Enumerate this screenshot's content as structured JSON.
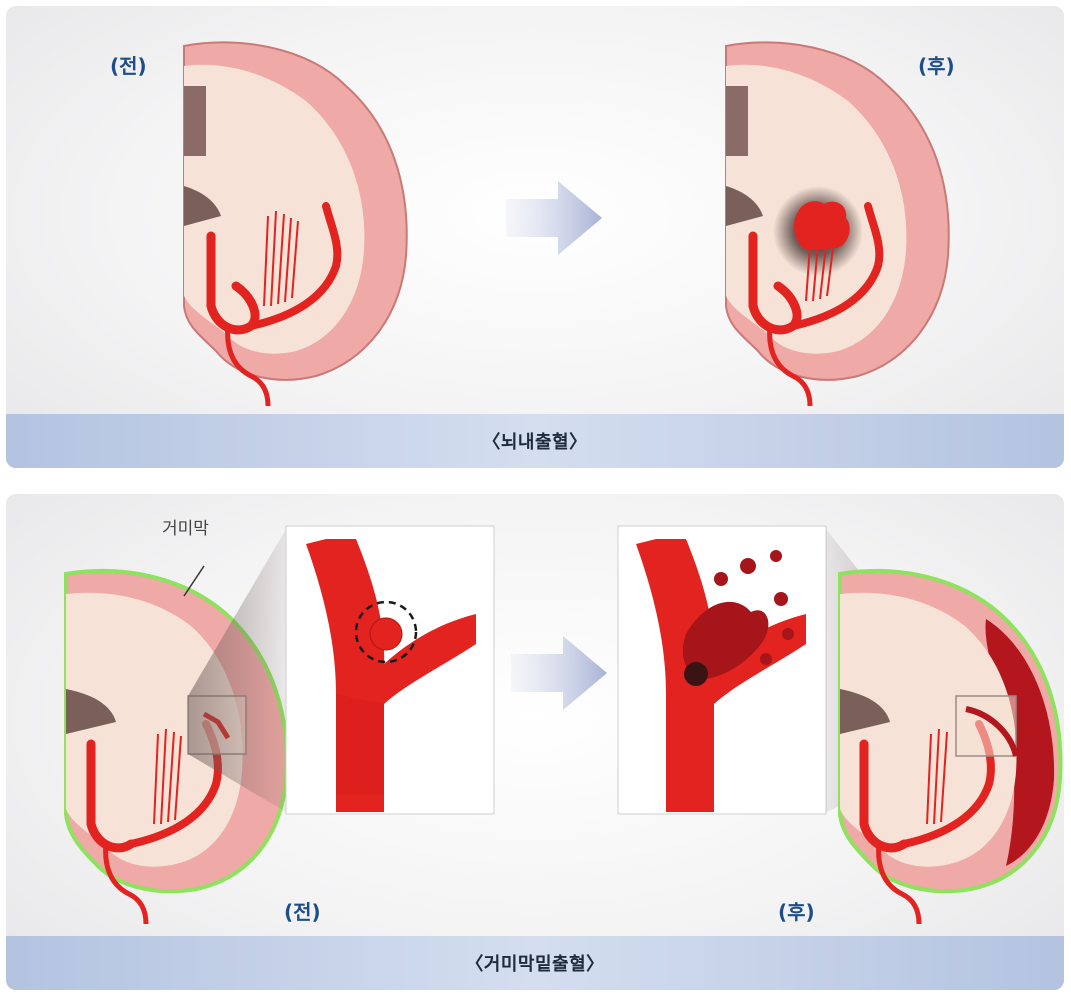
{
  "top_panel": {
    "label_before": "(전)",
    "label_after": "(후)",
    "caption": "〈뇌내출혈〉"
  },
  "bottom_panel": {
    "label_before": "(전)",
    "label_after": "(후)",
    "callout_label": "거미막",
    "caption": "〈거미막밑출혈〉"
  },
  "colors": {
    "accent_label": "#1d4e87",
    "caption_bar": "#b3c3e0",
    "blood_red": "#e3231f",
    "cortex_pink": "#efa9a6",
    "white_matter": "#f6e2d6",
    "arachnoid_green": "#8ee25e",
    "arrow": "#b7bfdc"
  },
  "icons": [
    "right-arrow-icon",
    "right-arrow-icon"
  ]
}
